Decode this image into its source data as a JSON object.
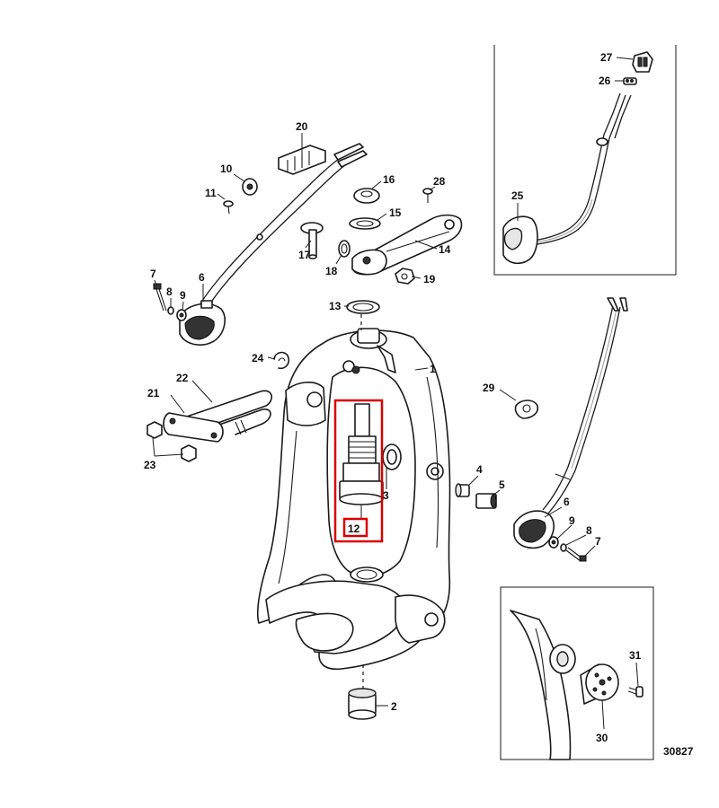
{
  "figure_ref": "30827",
  "highlight_color": "#d90000",
  "callouts": {
    "c1": "1",
    "c2": "2",
    "c3": "3",
    "c4": "4",
    "c5": "5",
    "c6a": "6",
    "c6b": "6",
    "c7a": "7",
    "c7b": "7",
    "c8a": "8",
    "c8b": "8",
    "c9a": "9",
    "c9b": "9",
    "c10": "10",
    "c11": "11",
    "c12": "12",
    "c13": "13",
    "c14": "14",
    "c15": "15",
    "c16": "16",
    "c17": "17",
    "c18": "18",
    "c19": "19",
    "c20": "20",
    "c21": "21",
    "c22": "22",
    "c23": "23",
    "c24": "24",
    "c25": "25",
    "c26": "26",
    "c27": "27",
    "c28": "28",
    "c29": "29",
    "c30": "30",
    "c31": "31"
  }
}
